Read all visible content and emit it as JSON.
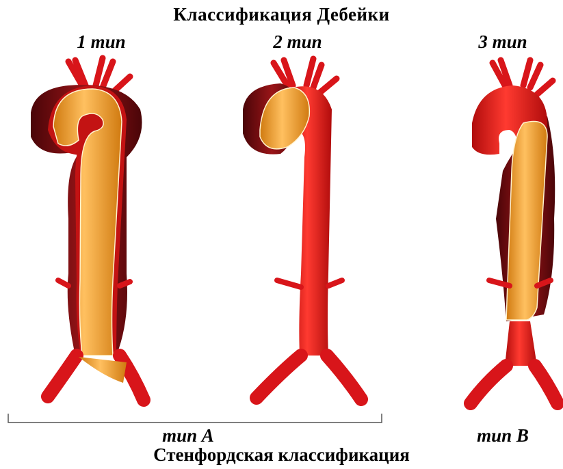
{
  "title": "Классификация Дебейки",
  "debakey_types": [
    {
      "label": "1 тип"
    },
    {
      "label": "2 тип"
    },
    {
      "label": "3 тип"
    }
  ],
  "stanford_types": [
    {
      "label": "тип А"
    },
    {
      "label": "тип В"
    }
  ],
  "bottom_title": "Стенфордская классификация",
  "colors": {
    "aorta_red": "#e01b1b",
    "dissection_orange": "#f0a030",
    "false_lumen_dark": "#7a0f12"
  }
}
